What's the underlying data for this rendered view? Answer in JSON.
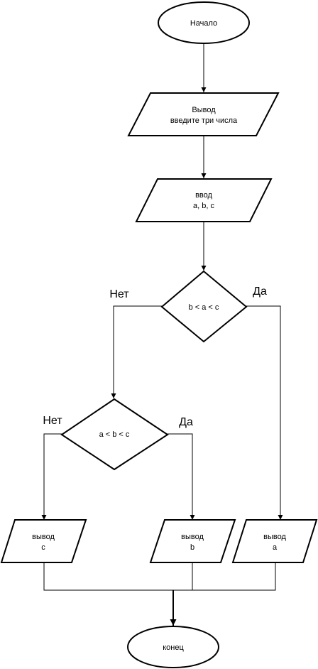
{
  "flowchart": {
    "start": "Начало",
    "output_prompt": {
      "line1": "Вывод",
      "line2": "введите три числа"
    },
    "input": {
      "line1": "ввод",
      "line2": "a, b, c"
    },
    "decision1": {
      "condition": "b < a < c",
      "no_label": "Нет",
      "yes_label": "Да"
    },
    "decision2": {
      "condition": "a < b < c",
      "no_label": "Нет",
      "yes_label": "Да"
    },
    "output_c": {
      "line1": "вывод",
      "line2": "c"
    },
    "output_b": {
      "line1": "вывод",
      "line2": "b"
    },
    "output_a": {
      "line1": "вывод",
      "line2": "a"
    },
    "end": "конец"
  }
}
